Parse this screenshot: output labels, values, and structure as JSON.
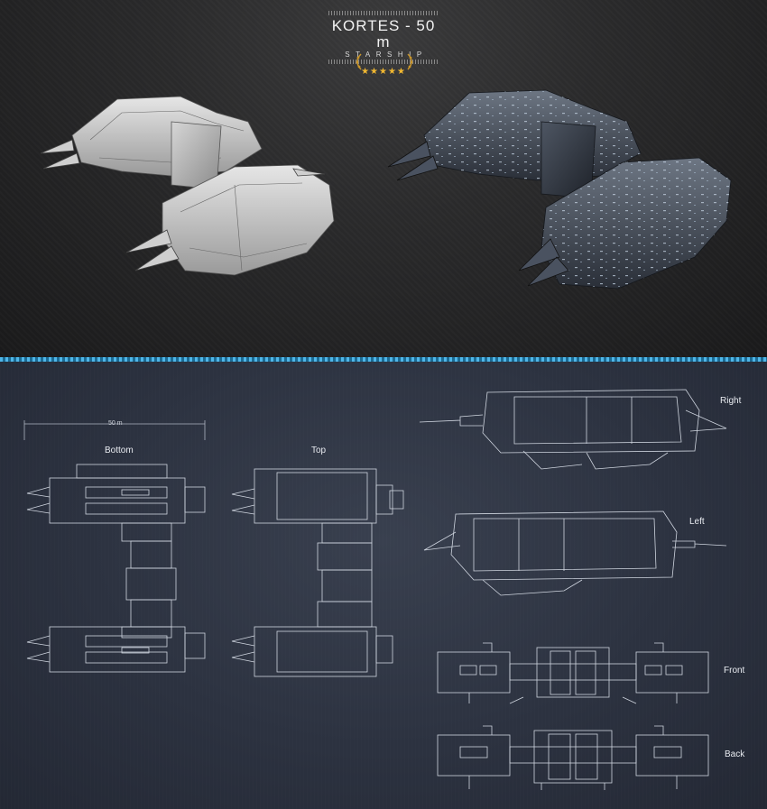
{
  "header": {
    "title": "KORTES - 50 m",
    "subtitle": "STARSHIP",
    "rating": "★★★★★"
  },
  "scale": {
    "label": "50 m"
  },
  "views": {
    "bottom": "Bottom",
    "top": "Top",
    "right": "Right",
    "left": "Left",
    "front": "Front",
    "back": "Back"
  },
  "colors": {
    "accent": "#4fb6e8",
    "star": "#f0b731",
    "blueprint_bg": "#2c3240",
    "render_bg": "#2a2a2b"
  }
}
